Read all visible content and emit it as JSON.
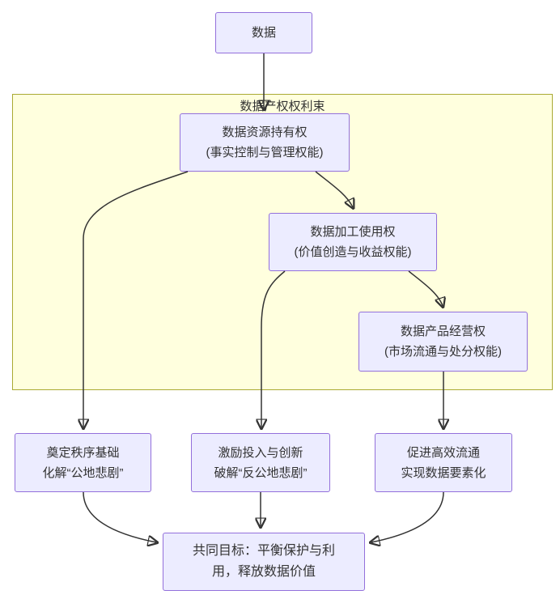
{
  "colors": {
    "node_fill": "#ECECFF",
    "node_border": "#9370DB",
    "container_fill": "#ffffde",
    "container_border": "#aaaa33",
    "arrow_color": "#333333",
    "text_color": "#333333",
    "background": "#ffffff"
  },
  "nodes": {
    "data": {
      "label": "数据"
    },
    "container": {
      "label": "数据产权权利束"
    },
    "holding": {
      "lines": [
        "数据资源持有权",
        "(事实控制与管理权能)"
      ]
    },
    "processing": {
      "lines": [
        "数据加工使用权",
        "(价值创造与收益权能)"
      ]
    },
    "operation": {
      "lines": [
        "数据产品经营权",
        "(市场流通与处分权能)"
      ]
    },
    "order": {
      "lines": [
        "奠定秩序基础",
        "化解“公地悲剧”"
      ]
    },
    "incentive": {
      "lines": [
        "激励投入与创新",
        "破解“反公地悲剧”"
      ]
    },
    "circulation": {
      "lines": [
        "促进高效流通",
        "实现数据要素化"
      ]
    },
    "goal": {
      "lines": [
        "共同目标：平衡保护与利",
        "用，释放数据价值"
      ]
    }
  }
}
